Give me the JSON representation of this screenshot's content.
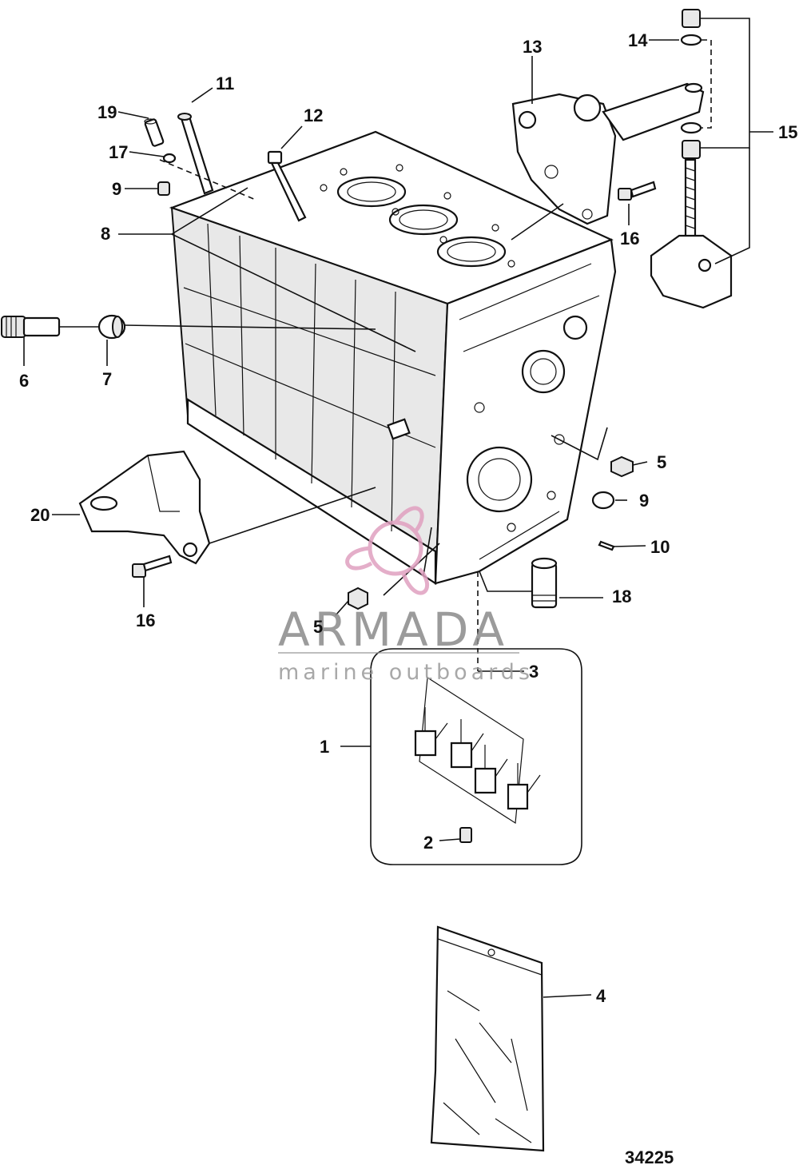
{
  "callouts": {
    "c1": "1",
    "c2": "2",
    "c3": "3",
    "c4": "4",
    "c5a": "5",
    "c5b": "5",
    "c6": "6",
    "c7": "7",
    "c8": "8",
    "c9a": "9",
    "c9b": "9",
    "c10": "10",
    "c11": "11",
    "c12": "12",
    "c13": "13",
    "c14": "14",
    "c15": "15",
    "c16a": "16",
    "c16b": "16",
    "c17": "17",
    "c18": "18",
    "c19": "19",
    "c20": "20"
  },
  "figure_number": "34225",
  "watermark": {
    "title": "ARMADA",
    "subtitle": "marine outboards",
    "logo_color": "#e0a0c0"
  },
  "colors": {
    "ink": "#111111",
    "paper": "#ffffff",
    "watermark_text": "#8a8a8a"
  }
}
